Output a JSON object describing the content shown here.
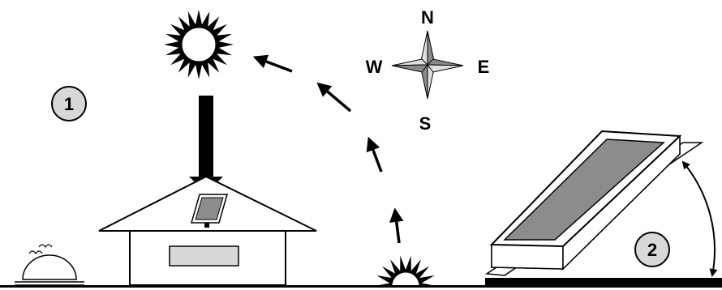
{
  "compass": {
    "north": "N",
    "south": "S",
    "east": "E",
    "west": "W"
  },
  "markers": {
    "house": "1",
    "tilt": "2"
  },
  "colors": {
    "sun_rays": "#000000",
    "compass_light": "#e0e0e0",
    "compass_dark": "#8a8a8a",
    "badge_fill": "#d8d8d8",
    "panel_glass": "#8c8c8c",
    "window": "#d8d8d8",
    "ground": "#000000"
  },
  "icons": [
    "noon-sun-icon",
    "rising-sun-icon",
    "setting-sun-icon",
    "compass-rose-icon",
    "sun-path-arrow-icon",
    "sunlight-beam-icon",
    "roof-solar-panel-icon",
    "tilted-solar-collector-icon",
    "tilt-angle-arc-icon"
  ]
}
